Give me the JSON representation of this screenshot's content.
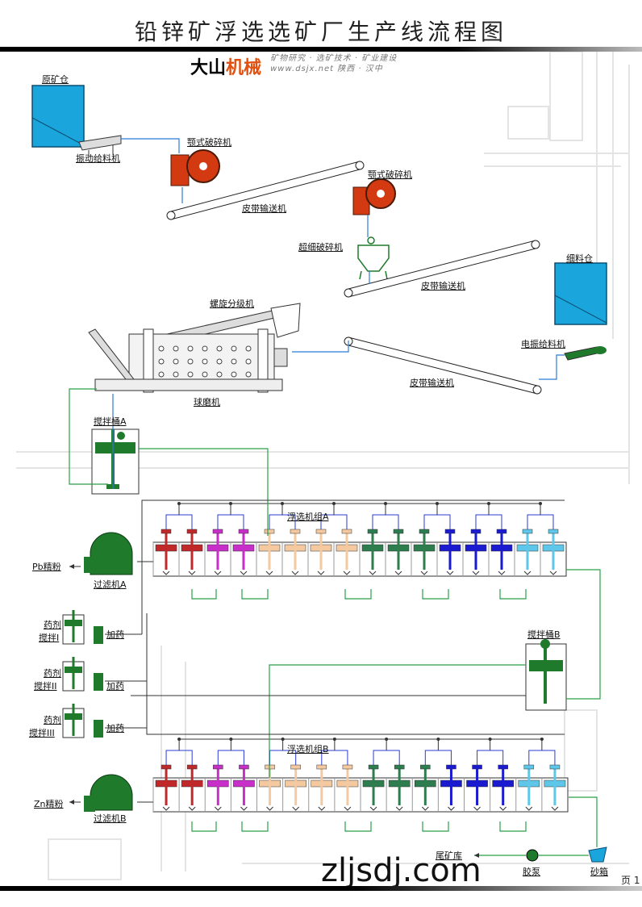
{
  "title": "铅锌矿浮选选矿厂生产线流程图",
  "brand": {
    "name_part1": "大山",
    "name_part2": "机械",
    "tagline": "矿物研究 · 选矿技术 · 矿业建设",
    "website": "www.dsjx.net  陕西 · 汉中"
  },
  "labels": {
    "raw_bin": "原矿仓",
    "vib_feeder": "振动给料机",
    "jaw1": "颚式破碎机",
    "belt1": "皮带输送机",
    "jaw2": "颚式破碎机",
    "fine_crusher": "超细破碎机",
    "belt2": "皮带输送机",
    "fine_bin": "细料仓",
    "elec_feeder": "电振给料机",
    "spiral": "螺旋分级机",
    "ball_mill": "球磨机",
    "belt3": "皮带输送机",
    "tankA": "搅拌桶A",
    "flotA": "浮选机组A",
    "pb": "Pb精粉",
    "filterA": "过滤机A",
    "r1a": "药剂",
    "r1b": "搅拌I",
    "add1": "加药",
    "r2a": "药剂",
    "r2b": "搅拌II",
    "add2": "加药",
    "r3a": "药剂",
    "r3b": "搅拌III",
    "add3": "加药",
    "tankB": "搅拌桶B",
    "flotB": "浮选机组B",
    "zn": "Zn精粉",
    "filterB": "过滤机B",
    "tail": "尾矿库",
    "pump": "胶泵",
    "sandbox": "砂箱"
  },
  "watermark": "zljsdj.com",
  "page": "页 1",
  "colors": {
    "bin": "#1aa5dc",
    "crusher": "#d33a12",
    "green": "#1f7a2b",
    "flow": "#2b7bd6",
    "pipe": "#2aa048",
    "cells": [
      "#c0282a",
      "#c0282a",
      "#c82ec8",
      "#c82ec8",
      "#f4c9a0",
      "#f4c9a0",
      "#f4c9a0",
      "#f4c9a0",
      "#2e7d4f",
      "#2e7d4f",
      "#2e7d4f",
      "#1a1ad0",
      "#1a1ad0",
      "#1a1ad0",
      "#5ec6e8",
      "#5ec6e8"
    ]
  }
}
